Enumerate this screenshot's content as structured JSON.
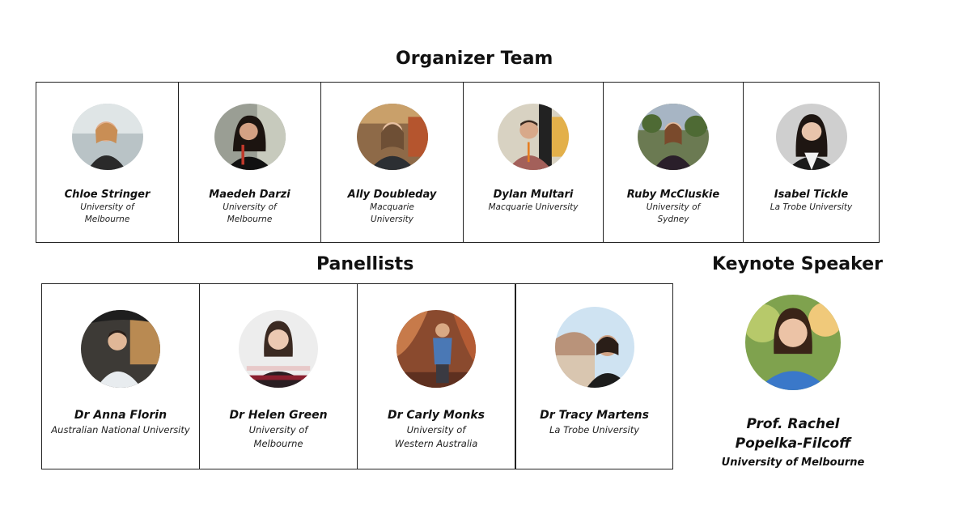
{
  "organizer": {
    "heading": "Organizer Team",
    "members": [
      {
        "name": "Chloe Stringer",
        "affiliation": "University of Melbourne",
        "photo": "person-photo-icon"
      },
      {
        "name": "Maedeh Darzi",
        "affiliation": "University of Melbourne",
        "photo": "person-photo-icon"
      },
      {
        "name": "Ally Doubleday",
        "affiliation": "Macquarie University",
        "photo": "person-photo-icon"
      },
      {
        "name": "Dylan Multari",
        "affiliation": "Macquarie University",
        "photo": "person-photo-icon"
      },
      {
        "name": "Ruby McCluskie",
        "affiliation": "University of Sydney",
        "photo": "person-photo-icon"
      },
      {
        "name": "Isabel Tickle",
        "affiliation": "La Trobe University",
        "photo": "person-photo-icon"
      }
    ]
  },
  "panellists": {
    "heading": "Panellists",
    "members": [
      {
        "name": "Dr Anna Florin",
        "affiliation": "Australian National University",
        "photo": "person-photo-icon"
      },
      {
        "name": "Dr Helen Green",
        "affiliation": "University of Melbourne",
        "photo": "person-photo-icon"
      },
      {
        "name": "Dr Carly Monks",
        "affiliation": "University of Western Australia",
        "photo": "person-photo-icon"
      },
      {
        "name": "Dr Tracy Martens",
        "affiliation": "La Trobe University",
        "photo": "person-photo-icon"
      }
    ]
  },
  "keynote": {
    "heading": "Keynote Speaker",
    "name": "Prof. Rachel Popelka-Filcoff",
    "affiliation": "University of Melbourne",
    "photo": "person-photo-icon"
  },
  "colors": {
    "border": "#222222",
    "text": "#111111",
    "background": "#ffffff"
  }
}
